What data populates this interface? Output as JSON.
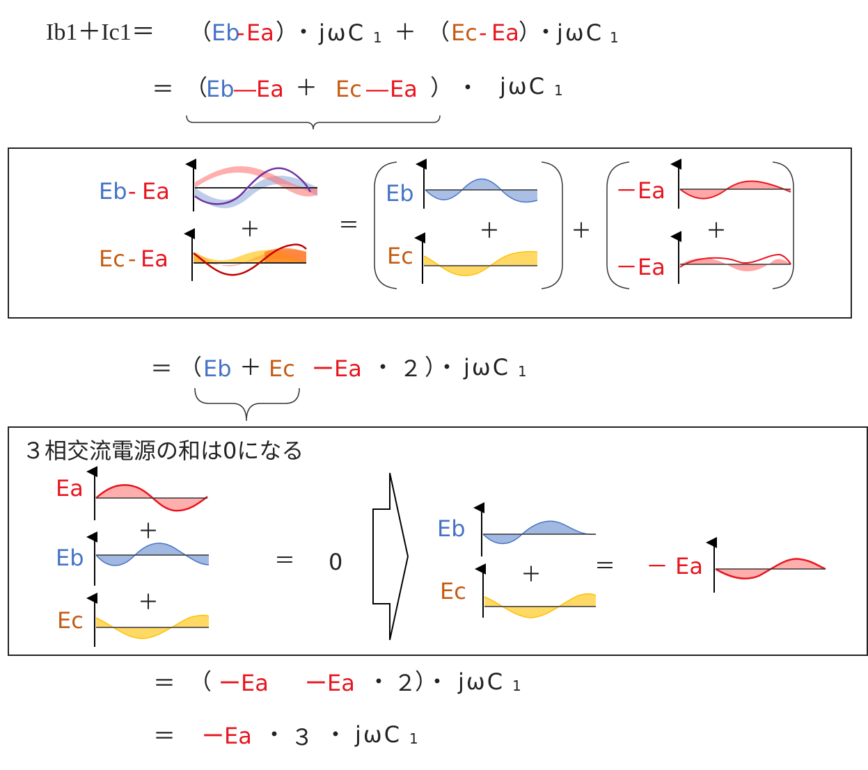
{
  "eq1": {
    "lhs": "Ib1＋Ic1＝",
    "lp1": "（",
    "eb": "Eb",
    "minus": "-",
    "ea": "Ea",
    "rp1": "）",
    "dot1": "・",
    "jwc1": "jωC",
    "plus": "＋",
    "lp2": "（",
    "ec": "Ec",
    "minus2": "-",
    "ea2": "Ea",
    "rp2": "）",
    "dot2": "・",
    "jwc2": "jωC",
    "sub": "1"
  },
  "eq2": {
    "eq": "＝",
    "lp": "（",
    "eb": "Eb",
    "m1": "―",
    "ea1": "Ea",
    "plus": "＋",
    "ec": "Ec",
    "m2": "―",
    "ea2": "Ea",
    "rp": "）",
    "dot": "・",
    "jwc": "jωC",
    "sub": "1"
  },
  "box1": {
    "left_top_label_eb": "Eb",
    "left_top_label_dash": "-",
    "left_top_label_ea": "Ea",
    "left_bottom_label_ec": "Ec",
    "left_bottom_label_dash": "-",
    "left_bottom_label_ea": "Ea",
    "plus": "＋",
    "equals": "＝",
    "paren1_top": "Eb",
    "paren1_bottom": "Ec",
    "plus_between": "＋",
    "paren2_top": "－Ea",
    "paren2_bottom": "－Ea"
  },
  "eq3": {
    "eq": "＝",
    "lp": "（",
    "eb": "Eb",
    "plus": "＋",
    "ec": "Ec",
    "mea": "ーEa",
    "dot": "・",
    "two": "２",
    "rp": "）・",
    "jwc": "jωC",
    "sub": "1"
  },
  "box2": {
    "title": "３相交流電源の和は0になる",
    "ea": "Ea",
    "eb": "Eb",
    "ec": "Ec",
    "plus": "＋",
    "equals": "＝",
    "zero": "0",
    "eb2": "Eb",
    "ec2": "Ec",
    "equals2": "＝",
    "mea": "－ Ea"
  },
  "eq4": {
    "eq": "＝",
    "lp": "（",
    "mea1": "ーEa",
    "mea2": "ーEa",
    "dot": "・",
    "two": "２",
    "rp": "）・",
    "jwc": "jωC",
    "sub": "1"
  },
  "eq5": {
    "eq": "＝",
    "mea": "ーEa",
    "dot": "・",
    "three": "３",
    "dot2": "・",
    "jwc": "jωC",
    "sub": "1"
  },
  "colors": {
    "eb": "#4472c4",
    "ea": "#e8141e",
    "ec": "#c55a11",
    "fill_blue": "#4472c4",
    "fill_red": "#ff6b6b",
    "fill_yellow": "#ffc000",
    "fill_orange": "#ff7a1a",
    "purple": "#7030a0",
    "darkred": "#c00000"
  }
}
